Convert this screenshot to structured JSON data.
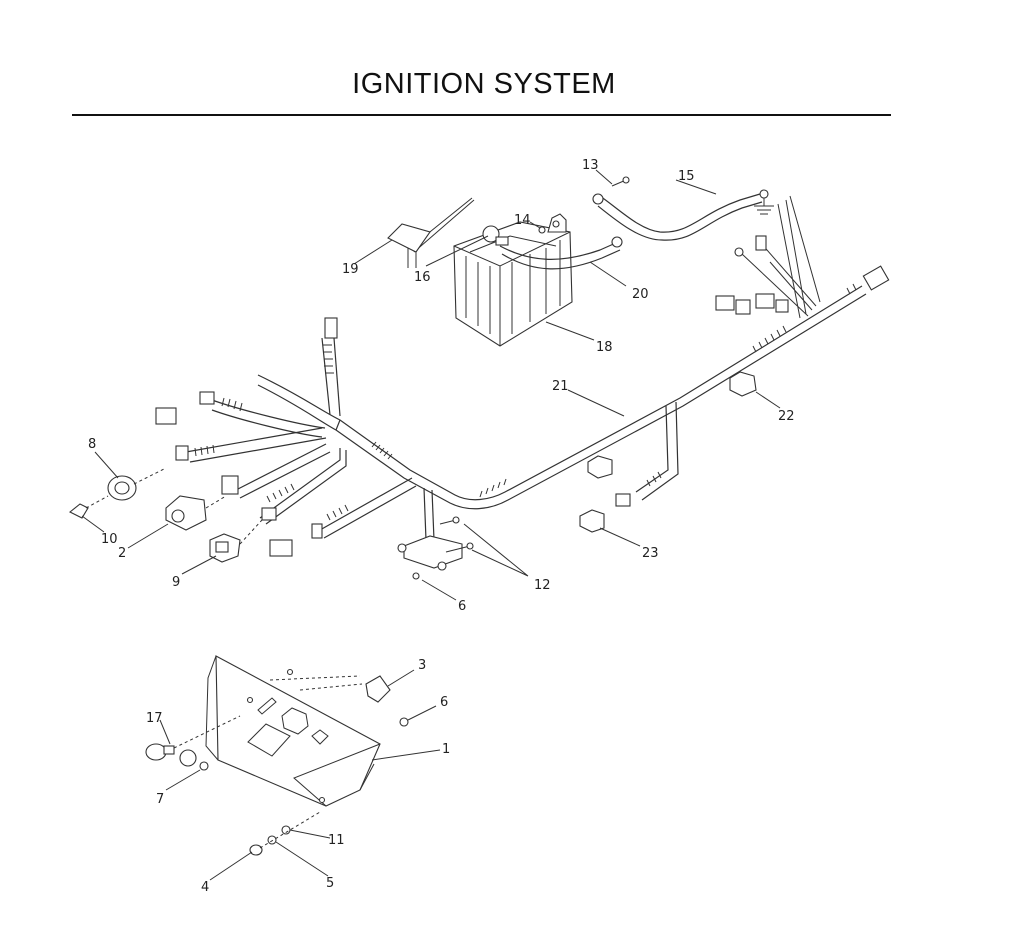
{
  "title": "IGNITION SYSTEM",
  "callouts": [
    {
      "id": "c1",
      "text": "1"
    },
    {
      "id": "c2",
      "text": "2"
    },
    {
      "id": "c3",
      "text": "3"
    },
    {
      "id": "c4",
      "text": "4"
    },
    {
      "id": "c5",
      "text": "5"
    },
    {
      "id": "c6a",
      "text": "6"
    },
    {
      "id": "c6b",
      "text": "6"
    },
    {
      "id": "c7",
      "text": "7"
    },
    {
      "id": "c8",
      "text": "8"
    },
    {
      "id": "c9",
      "text": "9"
    },
    {
      "id": "c10",
      "text": "10"
    },
    {
      "id": "c11",
      "text": "11"
    },
    {
      "id": "c12",
      "text": "12"
    },
    {
      "id": "c13",
      "text": "13"
    },
    {
      "id": "c14",
      "text": "14"
    },
    {
      "id": "c15",
      "text": "15"
    },
    {
      "id": "c16",
      "text": "16"
    },
    {
      "id": "c17",
      "text": "17"
    },
    {
      "id": "c18",
      "text": "18"
    },
    {
      "id": "c19",
      "text": "19"
    },
    {
      "id": "c20",
      "text": "20"
    },
    {
      "id": "c21",
      "text": "21"
    },
    {
      "id": "c22",
      "text": "22"
    },
    {
      "id": "c23",
      "text": "23"
    }
  ]
}
